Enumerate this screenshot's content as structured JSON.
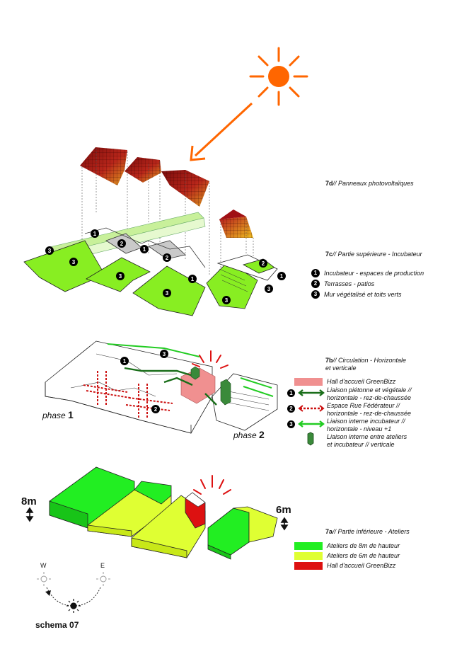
{
  "sections": {
    "s7d": {
      "code": "7d",
      "text": "// Panneaux photovoltaïques"
    },
    "s7c": {
      "code": "7c",
      "text": "// Partie supérieure - Incubateur"
    },
    "s7b": {
      "code": "7b",
      "text": "// Circulation - Horizontale",
      "text2": "et verticale"
    },
    "s7a": {
      "code": "7a",
      "text": "// Partie inférieure - Ateliers"
    }
  },
  "legend_7c": [
    {
      "num": "1",
      "label": "Incubateur - espaces de production"
    },
    {
      "num": "2",
      "label": "Terrasses - patios"
    },
    {
      "num": "3",
      "label": "Mur végétalisé et toits verts"
    }
  ],
  "legend_7b": {
    "hall": "Hall d'accueil GreenBizz",
    "l1a": "Liaison piétonne et végétale //",
    "l1b": "horizontale - rez-de-chaussée",
    "l2a": "Espace Rue Fédérateur //",
    "l2b": "horizontale - rez-de-chaussée",
    "l3a": "Liaison interne incubateur //",
    "l3b": "horizontale - niveau +1",
    "l4a": "Liaison interne entre ateliers",
    "l4b": "et incubateur // verticale",
    "n1": "1",
    "n2": "2",
    "n3": "3"
  },
  "legend_7a": [
    {
      "label": "Ateliers de 8m de hauteur",
      "color": "#22ee22"
    },
    {
      "label": "Ateliers de 6m de hauteur",
      "color": "#dfff33"
    },
    {
      "label": "Hall d'accueil GreenBizz",
      "color": "#dd1111"
    }
  ],
  "phase1": {
    "word": "phase",
    "num": "1"
  },
  "phase2": {
    "word": "phase",
    "num": "2"
  },
  "height_8m": "8m",
  "height_6m": "6m",
  "compass": {
    "w": "W",
    "e": "E"
  },
  "schema_label": "schema 07",
  "diagram_numbers": {
    "one": "1",
    "two": "2",
    "three": "3"
  },
  "colors": {
    "sun": "#ff6600",
    "green_roof": "#88ee22",
    "bright_green": "#22ee22",
    "yellow_green": "#dfff33",
    "red": "#dd1111",
    "pink": "#f09090",
    "dark_green": "#1a6e1a",
    "pv_dark": "#8a1010"
  }
}
